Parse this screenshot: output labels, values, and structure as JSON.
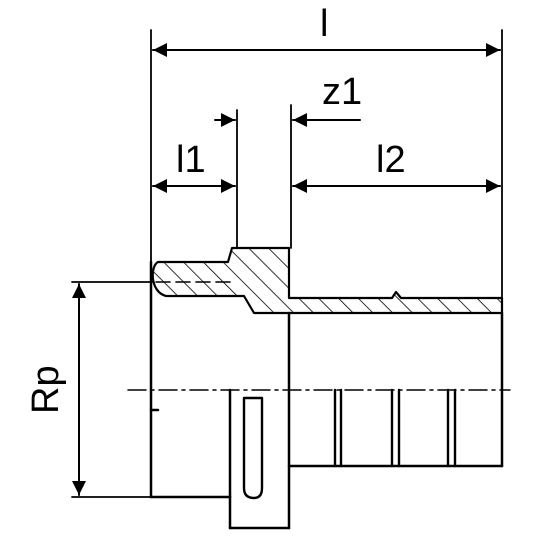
{
  "labels": {
    "overall_length": "l",
    "thread_length": "l1",
    "offset": "z1",
    "insert_length": "l2",
    "thread_size": "Rp"
  },
  "colors": {
    "stroke": "#000000",
    "background": "#ffffff"
  }
}
